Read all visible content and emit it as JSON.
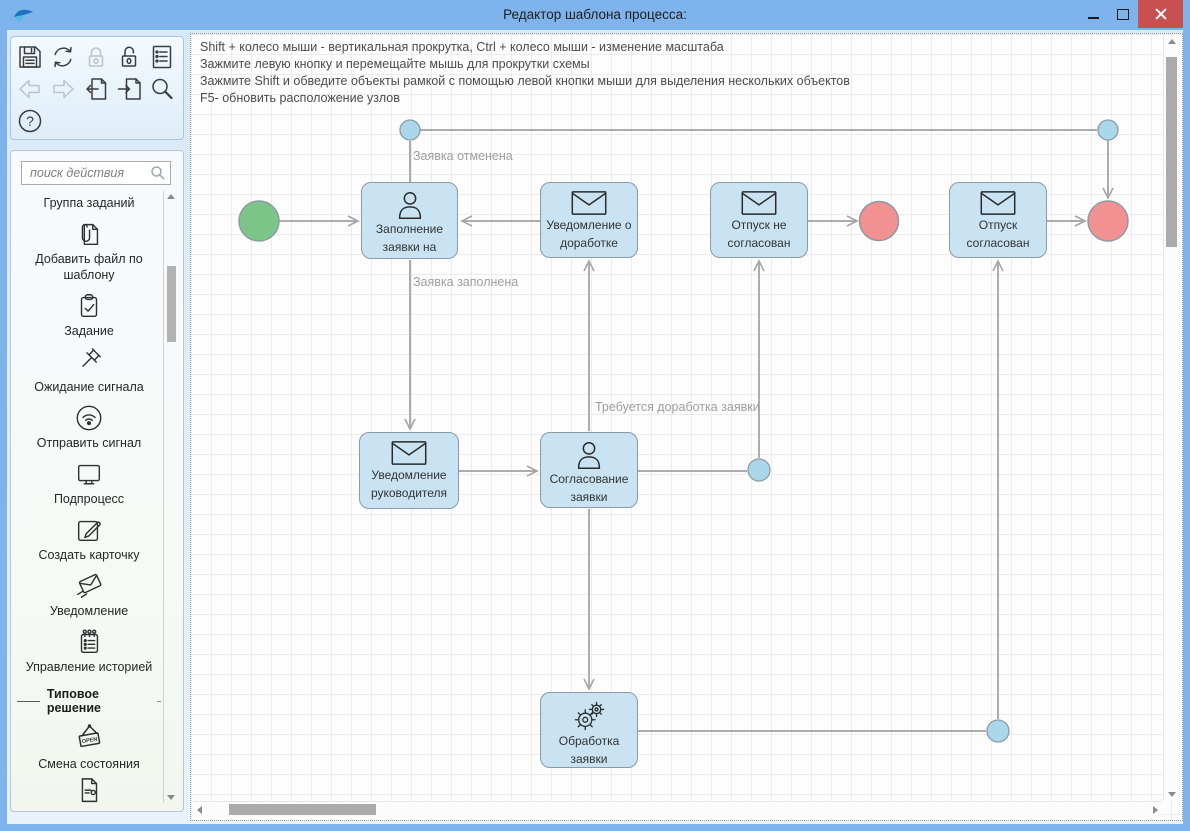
{
  "window": {
    "title": "Редактор шаблона процесса:",
    "controls": [
      "minimize",
      "maximize",
      "close"
    ]
  },
  "toolbar": {
    "buttons": [
      "save-icon",
      "refresh-icon",
      "lock-icon",
      "unlock-icon",
      "document-list-icon",
      "arrow-left-icon",
      "arrow-right-icon",
      "page-arrow-left-icon",
      "page-arrow-right-icon",
      "magnifier-icon",
      "question-icon"
    ],
    "help_glyph": "?"
  },
  "sidebar": {
    "search": {
      "placeholder": "поиск действия",
      "value": "",
      "icon": "search-icon"
    },
    "items": [
      {
        "label": "Группа заданий",
        "icon": ""
      },
      {
        "label": "Добавить файл по шаблону",
        "icon": "file-paperclip-icon"
      },
      {
        "label": "Задание",
        "icon": "clipboard-check-icon"
      },
      {
        "label": "Ожидание сигнала",
        "icon": "pushpin-icon"
      },
      {
        "label": "Отправить сигнал",
        "icon": "signal-icon"
      },
      {
        "label": "Подпроцесс",
        "icon": "monitor-icon"
      },
      {
        "label": "Создать карточку",
        "icon": "edit-card-icon"
      },
      {
        "label": "Уведомление",
        "icon": "send-mail-icon"
      },
      {
        "label": "Управление историей",
        "icon": "notepad-icon"
      },
      {
        "label": "Типовое решение",
        "type": "group-header"
      },
      {
        "label": "Смена состояния",
        "icon": "open-sign-icon",
        "icon_text": "OPEN"
      },
      {
        "label": "",
        "icon": "document-partial-icon"
      }
    ]
  },
  "canvas": {
    "help_lines": [
      "Shift + колесо мыши - вертикальная прокрутка, Ctrl + колесо мыши - изменение масштаба",
      "Зажмите левую кнопку и перемещайте мышь для прокрутки схемы",
      "Зажмите Shift и обведите объекты рамкой с помощью левой кнопки мыши для выделения нескольких объектов",
      "F5- обновить расположение узлов"
    ],
    "tasks": [
      {
        "label": "Заполнение заявки на отпуск",
        "icon": "person-icon"
      },
      {
        "label": "Уведомление о доработке заявки",
        "icon": "mail-icon"
      },
      {
        "label": "Отпуск не согласован",
        "icon": "mail-icon"
      },
      {
        "label": "Отпуск согласован",
        "icon": "mail-icon"
      },
      {
        "label": "Уведомление руководителя",
        "icon": "mail-icon"
      },
      {
        "label": "Согласование заявки",
        "icon": "person-icon"
      },
      {
        "label": "Обработка заявки",
        "icon": "gears-icon"
      }
    ],
    "events": [
      "start-event",
      "end-event",
      "end-event"
    ],
    "edge_labels": [
      "Заявка отменена",
      "Заявка заполнена",
      "Требуется доработка заявки"
    ],
    "colors": {
      "titlebar": "#7FB3EB",
      "close_button": "#C85050",
      "task_fill": "#C9E3F2",
      "task_border": "#8A9AA6",
      "start_fill": "#7CC689",
      "end_fill": "#F19192",
      "waypoint_fill": "#ABD7EA",
      "edge_line": "#ACACAC",
      "edge_label": "#9E9E9E"
    }
  }
}
